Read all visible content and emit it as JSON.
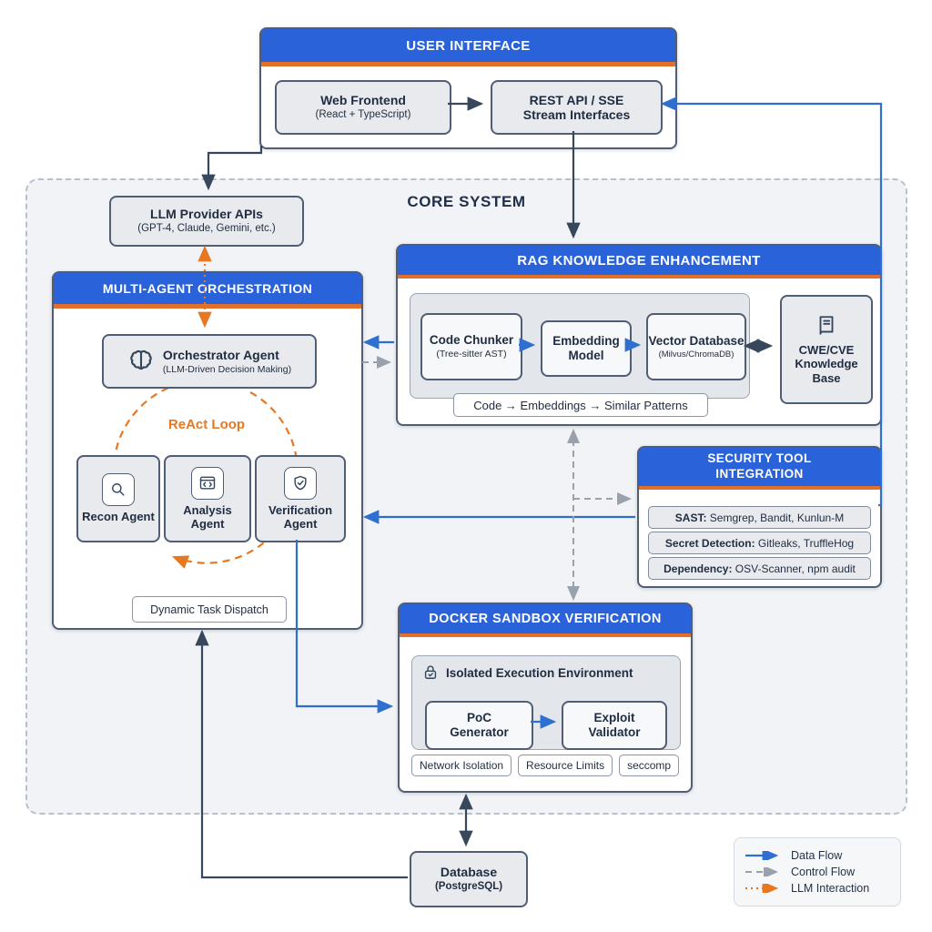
{
  "colors": {
    "header_blue": "#2a62d9",
    "accent_orange": "#e2702a",
    "data_flow_blue": "#2e6fd0",
    "control_flow_gray": "#98a1ac",
    "llm_interaction_orange": "#e87722",
    "border_dark": "#4f5e74"
  },
  "user_interface": {
    "title": "USER INTERFACE",
    "web_frontend": {
      "title": "Web Frontend",
      "subtitle": "(React + TypeScript)"
    },
    "rest_api": {
      "line1": "REST API / SSE",
      "line2": "Stream Interfaces"
    }
  },
  "core_system": {
    "label": "CORE SYSTEM"
  },
  "llm_provider": {
    "title": "LLM Provider APIs",
    "subtitle": "(GPT-4, Claude, Gemini, etc.)"
  },
  "multi_agent": {
    "title": "MULTI-AGENT ORCHESTRATION",
    "orchestrator": {
      "icon": "brain-icon",
      "title": "Orchestrator Agent",
      "subtitle": "(LLM-Driven Decision Making)"
    },
    "react_loop_label": "ReAct Loop",
    "agents": [
      {
        "icon": "magnifier-icon",
        "name": "Recon Agent"
      },
      {
        "icon": "code-window-icon",
        "name": "Analysis Agent"
      },
      {
        "icon": "shield-check-icon",
        "name": "Verification Agent"
      }
    ],
    "dispatch_label": "Dynamic Task Dispatch"
  },
  "rag": {
    "title": "RAG KNOWLEDGE ENHANCEMENT",
    "code_chunker": {
      "title": "Code Chunker",
      "subtitle": "(Tree-sitter AST)"
    },
    "embedding_model": {
      "title": "Embedding Model"
    },
    "vector_database": {
      "title": "Vector Database",
      "subtitle": "(Milvus/ChromaDB)"
    },
    "pipeline_caption": "Code → Embeddings → Similar Patterns",
    "knowledge_base": {
      "icon": "book-icon",
      "title": "CWE/CVE Knowledge Base"
    }
  },
  "security": {
    "title_line1": "SECURITY TOOL",
    "title_line2": "INTEGRATION",
    "rows": [
      {
        "label": "SAST:",
        "value": " Semgrep, Bandit, Kunlun-M"
      },
      {
        "label": "Secret Detection:",
        "value": " Gitleaks, TruffleHog"
      },
      {
        "label": "Dependency:",
        "value": " OSV-Scanner, npm audit"
      }
    ]
  },
  "docker": {
    "title": "DOCKER SANDBOX VERIFICATION",
    "environment": {
      "icon": "lock-icon",
      "title": "Isolated Execution Environment"
    },
    "poc_generator": "PoC Generator",
    "exploit_validator": "Exploit Validator",
    "tags": [
      "Network Isolation",
      "Resource Limits",
      "seccomp"
    ]
  },
  "database": {
    "title": "Database",
    "subtitle": "(PostgreSQL)"
  },
  "legend": {
    "items": [
      {
        "label": "Data Flow",
        "style": "solid-blue"
      },
      {
        "label": "Control Flow",
        "style": "dashed-gray"
      },
      {
        "label": "LLM Interaction",
        "style": "dotted-orange"
      }
    ]
  }
}
